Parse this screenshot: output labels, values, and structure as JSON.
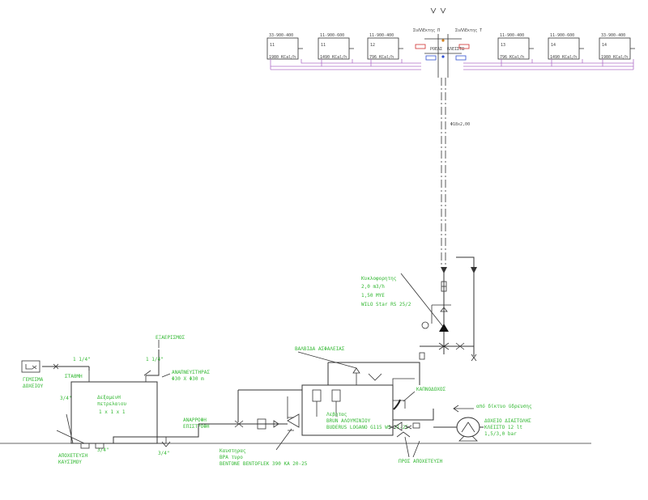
{
  "radiators": [
    {
      "code": "33-900-400",
      "num": "11",
      "power": "1980 KCal/h"
    },
    {
      "code": "11-900-600",
      "num": "11",
      "power": "1490 KCal/h"
    },
    {
      "code": "11-900-400",
      "num": "12",
      "power": "796 KCal/h"
    },
    {
      "code": "11-900-400",
      "num": "13",
      "power": "796 KCal/h"
    },
    {
      "code": "11-900-600",
      "num": "14",
      "power": "1490 KCal/h"
    },
    {
      "code": "33-900-400",
      "num": "14",
      "power": "1980 KCal/h"
    }
  ],
  "manifold": {
    "left_label": "ΣυΛΛΕκτης Π",
    "right_label": "ΣυΛΛΕκτης Τ",
    "center_label_1": "ΡΟΕΑΣ",
    "center_label_2": "ΚΛΕΙΣΤΩ",
    "pipe_label": "Φ18x2,00"
  },
  "labels": {
    "pump_title": "Κυκλοφορητης",
    "pump_spec_1": "2,0 m3/h",
    "pump_spec_2": "1,50 MYE",
    "pump_spec_3": "WILO Star RS 25/2",
    "valve_group": "ΒΑΛΒΙΔΑ ΑΣΦΑΛΕΙΑΣ",
    "fill_pipe_1": "ΕΞΑΕΡΙΣΜΟΣ",
    "fill_pipe_2": "ΑΝΑΠΝΕΥΣΤΗΡΑΣ",
    "vent_size": "Φ30 Χ Φ30 m",
    "size_a": "1 1/4\"",
    "size_b": "1 1/4\"",
    "size_c": "3/4\"",
    "size_d": "3/4\"",
    "size_e": "3/4\"",
    "filling_1": "ΓΕΜΙΣΜΑ",
    "filling_2": "ΔΟΧΕΙΟΥ",
    "gauge": "ΣΤΑΘΜΗ",
    "tank_1": "ΔεξαμενΗ",
    "tank_2": "πετρελαιου",
    "tank_3": "1 x 1 x 1",
    "return_1": "ΑΝΑΡΡΟΦΗ",
    "return_2": "ΕΠΙΣΤΡΟΦΗ",
    "sediment_1": "ΑΠΟΧΕΤΕΥΣΗ",
    "sediment_2": "ΚΑΥΣΙΜΟΥ",
    "burner_1": "Καυστηρας",
    "burner_2": "ΒΡΑ τυρο",
    "burner_3": "BENTONE BENTOFLEK 390 KA 20-25",
    "boiler_1": "Λεβητας",
    "boiler_2": "BRUN ΑΛΟΥΜΙΝΙΟΥ",
    "boiler_3": "BUDERUS LOGANO G115 WS 21-25",
    "chimney": "ΚΑΠΝΟΔΟΧΟΣ",
    "expansion_note": "από δίκτυο ύδρευσης",
    "exp_vessel_1": "ΔΟΧΕΙΟ ΔΙΑΣΤΟΛΗΣ",
    "exp_vessel_2": "ΚΛΕΙΣΤΟ 12 lt",
    "exp_vessel_3": "1,5/3,0 bar",
    "drain": "ΠΡΟΣ ΑΠΟΧΕΤΕΥΣΗ"
  }
}
